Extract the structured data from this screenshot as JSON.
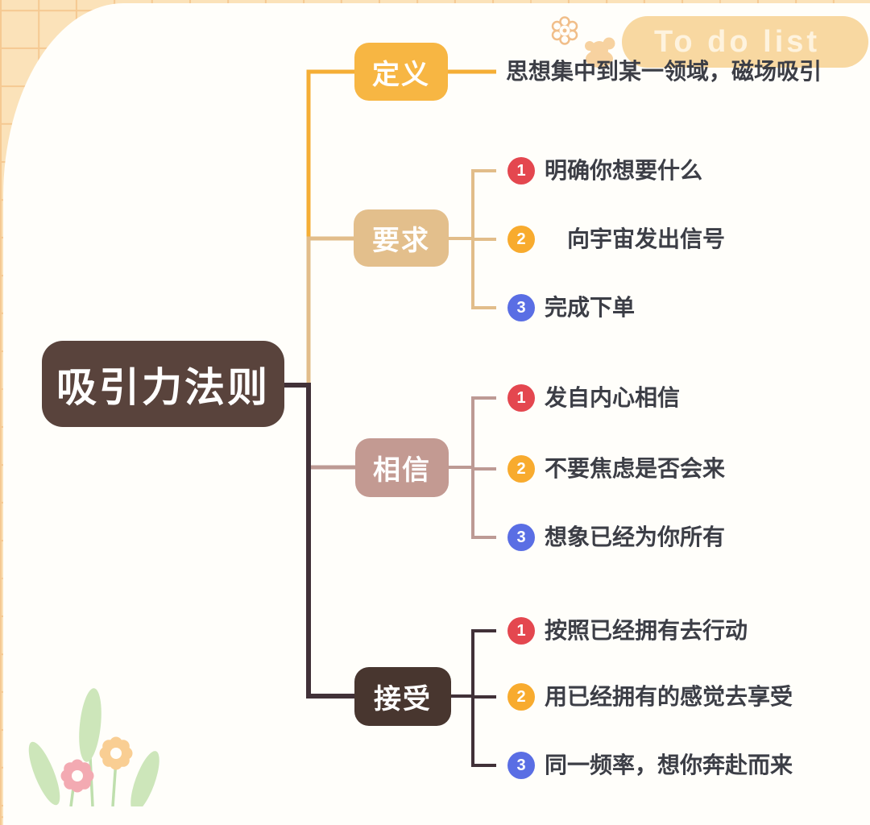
{
  "badge": {
    "text": "To do list"
  },
  "root": {
    "label": "吸引力法则"
  },
  "branches": [
    {
      "label": "定义",
      "note": "思想集中到某一领域，磁场吸引"
    },
    {
      "label": "要求",
      "items": [
        {
          "num": "1",
          "text": "明确你想要什么"
        },
        {
          "num": "2",
          "text": "　向宇宙发出信号"
        },
        {
          "num": "3",
          "text": "完成下单"
        }
      ]
    },
    {
      "label": "相信",
      "items": [
        {
          "num": "1",
          "text": "发自内心相信"
        },
        {
          "num": "2",
          "text": "不要焦虑是否会来"
        },
        {
          "num": "3",
          "text": "想象已经为你所有"
        }
      ]
    },
    {
      "label": "接受",
      "items": [
        {
          "num": "1",
          "text": "按照已经拥有去行动"
        },
        {
          "num": "2",
          "text": "用已经拥有的感觉去享受"
        },
        {
          "num": "3",
          "text": "同一频率，想你奔赴而来"
        }
      ]
    }
  ],
  "colors": {
    "background": "#FBE2B9",
    "grid_line": "#F5C992",
    "card": "#FFFEFA",
    "root_node": "#59433C",
    "branch_definition": "#F7B643",
    "branch_requirement": "#E3BF8C",
    "branch_believe": "#C39A92",
    "branch_accept": "#48362F",
    "badge_pill": "#F8D8A1",
    "number_1": "#E4474F",
    "number_2": "#F8AB2E",
    "number_3": "#5A6EE4",
    "item_text": "#3C3E46"
  },
  "decorations": [
    "flower-icon",
    "bear-icon",
    "leaves-and-flowers"
  ]
}
